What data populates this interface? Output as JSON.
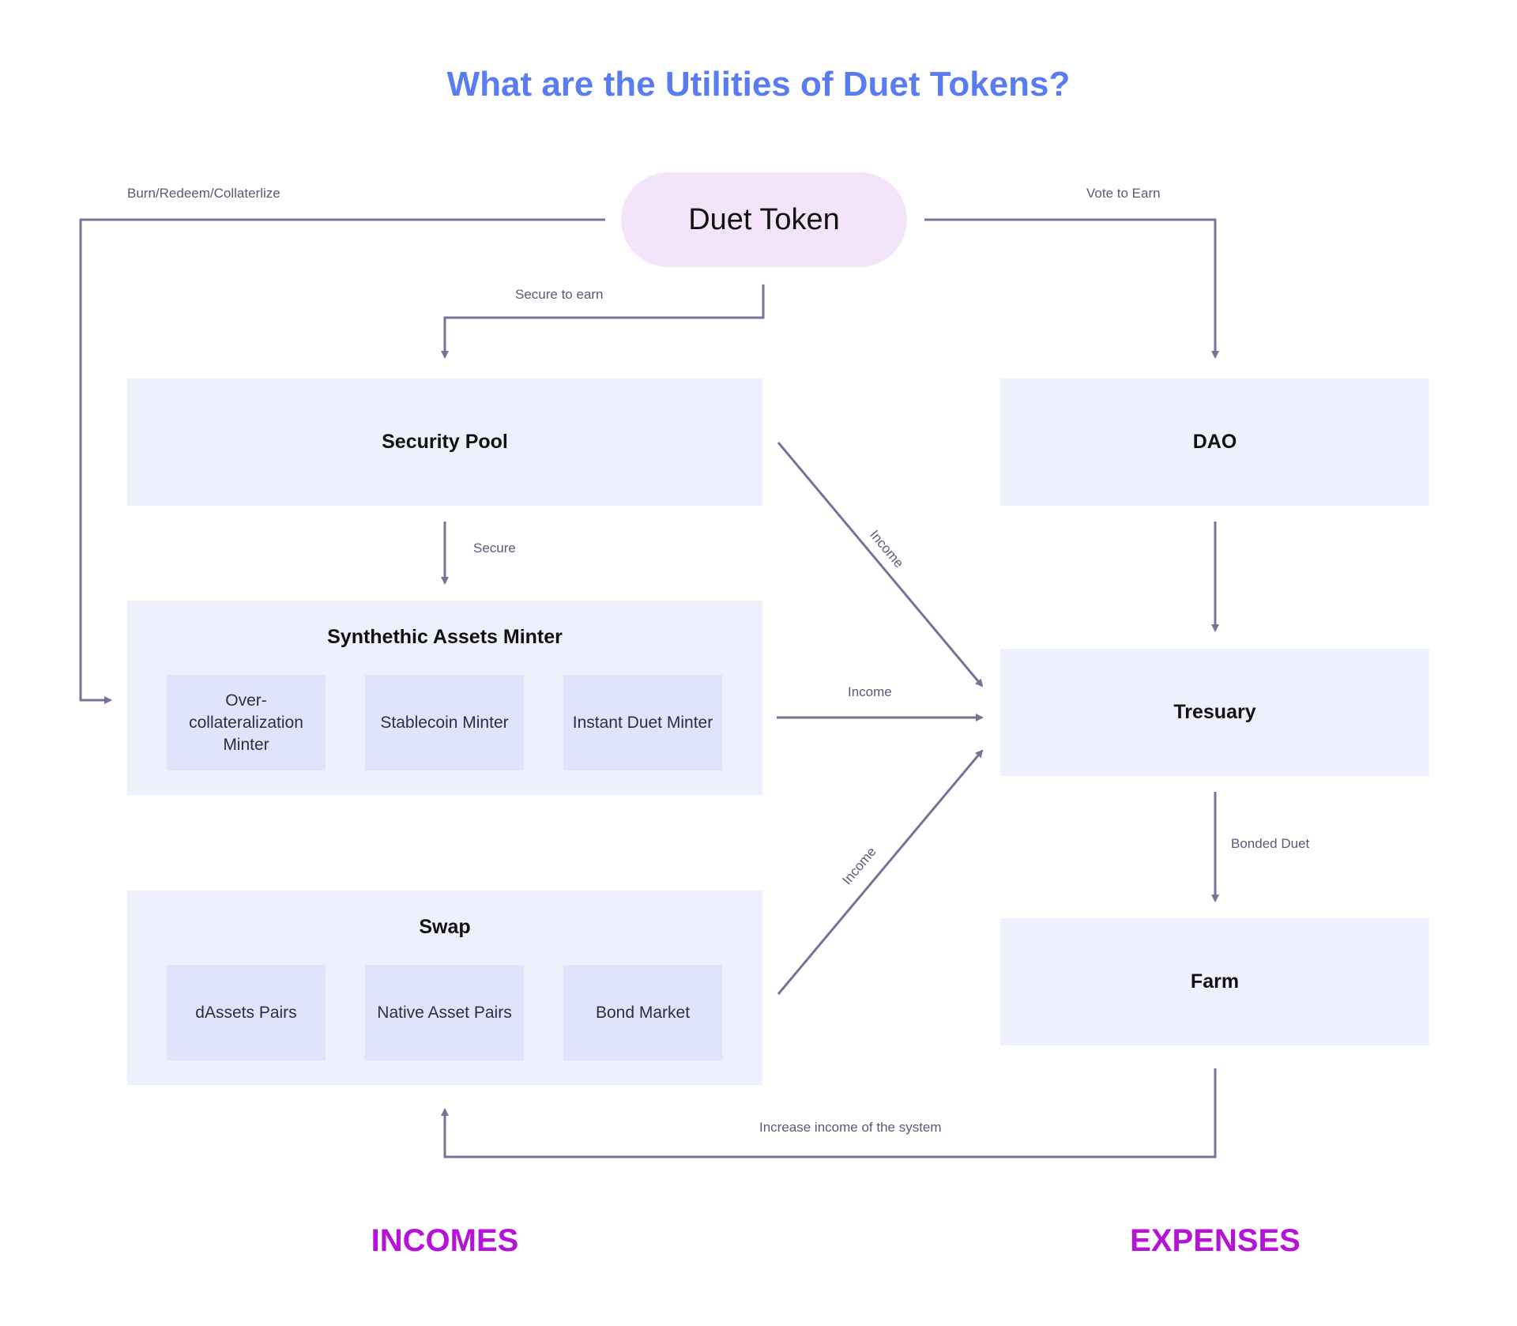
{
  "title": "What are the Utilities of Duet Tokens?",
  "token": "Duet Token",
  "boxes": {
    "security_pool": "Security Pool",
    "minter": {
      "title": "Synthethic Assets Minter",
      "items": [
        "Over-collateralization Minter",
        "Stablecoin Minter",
        "Instant Duet Minter"
      ]
    },
    "swap": {
      "title": "Swap",
      "items": [
        "dAssets Pairs",
        "Native Asset Pairs",
        "Bond Market"
      ]
    },
    "dao": "DAO",
    "treasury": "Tresuary",
    "farm": "Farm"
  },
  "edges": {
    "burn": "Burn/Redeem/Collaterlize",
    "vote": "Vote to Earn",
    "secure_to_earn": "Secure to earn",
    "secure": "Secure",
    "income_security": "Income",
    "income_minter": "Income",
    "income_swap": "Income",
    "bonded": "Bonded Duet",
    "increase": "Increase income of the system"
  },
  "footer": {
    "incomes": "INCOMES",
    "expenses": "EXPENSES"
  },
  "colors": {
    "title": "#5a7cf2",
    "pill": "#f4e4f9",
    "box": "#eef0fd",
    "subbox": "#dfe3fb",
    "arrow": "#7a7296",
    "footer": "#b514d8"
  }
}
